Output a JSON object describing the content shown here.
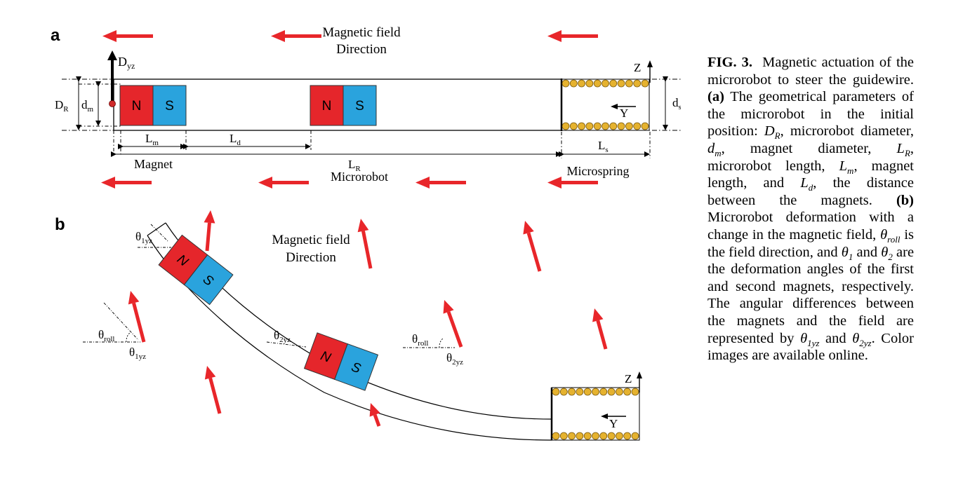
{
  "panels": {
    "a": "a",
    "b": "b"
  },
  "panel_a": {
    "field_label_line1": "Magnetic field",
    "field_label_line2": "Direction",
    "D_yz": "D",
    "D_yz_sub": "yz",
    "D_R": "D",
    "D_R_sub": "R",
    "d_m": "d",
    "d_m_sub": "m",
    "L_m": "L",
    "L_m_sub": "m",
    "L_d": "L",
    "L_d_sub": "d",
    "L_R": "L",
    "L_R_sub": "R",
    "L_s": "L",
    "L_s_sub": "s",
    "d_s": "d",
    "d_s_sub": "s",
    "magnet": "Magnet",
    "microrobot": "Microrobot",
    "microspring": "Microspring",
    "axis_z": "Z",
    "axis_y": "Y",
    "north": "N",
    "south": "S"
  },
  "panel_b": {
    "field_label_line1": "Magnetic field",
    "field_label_line2": "Direction",
    "theta": "θ",
    "theta_1yz_sub": "1yz",
    "theta_2yz_sub": "2yz",
    "theta_roll_sub": "roll",
    "axis_z": "Z",
    "axis_y": "Y",
    "north": "N",
    "south": "S"
  },
  "caption": {
    "fig_label": "FIG. 3.",
    "intro": "Magnetic actuation of the microrobot to steer the guidewire.",
    "a_label": "(a)",
    "a_text_1": "The geometrical parameters of the microrobot in the initial position:",
    "DR": "D",
    "DR_sub": "R",
    "DR_desc": ", microrobot diameter,",
    "dm": "d",
    "dm_sub": "m",
    "dm_desc": ", magnet diameter,",
    "LR": "L",
    "LR_sub": "R",
    "LR_desc": ", microrobot length,",
    "Lm": "L",
    "Lm_sub": "m",
    "Lm_desc": ", magnet length, and",
    "Ld": "L",
    "Ld_sub": "d",
    "Ld_desc": ", the distance between the magnets.",
    "b_label": "(b)",
    "b_text_1": "Microrobot deformation with a change in the magnetic field,",
    "th_roll": "θ",
    "th_roll_sub": "roll",
    "b_text_2": "is the field direction, and",
    "th1": "θ",
    "th1_sub": "1",
    "b_text_3": "and",
    "th2": "θ",
    "th2_sub": "2",
    "b_text_4": "are the deformation angles of the first and second magnets, respectively. The angular differences between the magnets and the field are represented by",
    "th1yz": "θ",
    "th1yz_sub": "1yz",
    "b_text_5": "and",
    "th2yz": "θ",
    "th2yz_sub": "2yz",
    "b_text_6": ". Color images are available online."
  },
  "colors": {
    "arrow_red": "#e8262a",
    "north_red": "#e5262b",
    "south_blue": "#2aa3dd",
    "coil_gold": "#e5b22f",
    "dot_red": "#cf2a2a"
  }
}
